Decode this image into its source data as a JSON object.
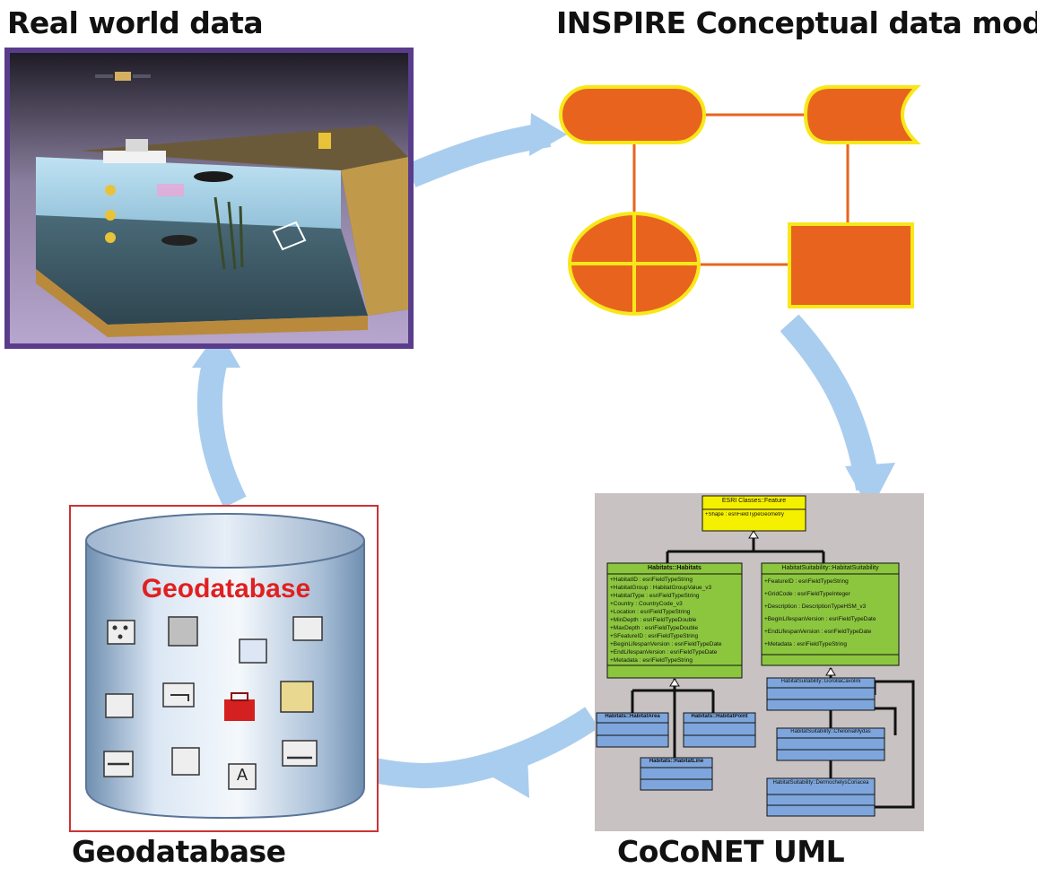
{
  "headings": {
    "real_world": "Real world data",
    "inspire": "INSPIRE Conceptual data model",
    "geodatabase": "Geodatabase",
    "coconet": "CoCoNET UML"
  },
  "geodatabase_panel": {
    "label": "Geodatabase",
    "label_color": "#e02020",
    "icon_a": "A"
  },
  "uml": {
    "feature": {
      "title": "ESRI Classes::Feature",
      "attr": "+Shape : esriFieldTypeGeometry"
    },
    "habitats": {
      "title": "Habitats::Habitats",
      "attrs": [
        "+HabitatID : esriFieldTypeString",
        "+HabitatGroup : HabitatGroupValue_v3",
        "+HabitatType : esriFieldTypeString",
        "+Country : CountryCode_v3",
        "+Location : esriFieldTypeString",
        "+MinDepth : esriFieldTypeDouble",
        "+MaxDepth : esriFieldTypeDouble",
        "+SFeatureID : esriFieldTypeString",
        "+BeginLifespanVersion : esriFieldTypeDate",
        "+EndLifespanVersion : esriFieldTypeDate",
        "+Metadata : esriFieldTypeString"
      ]
    },
    "suitability": {
      "title": "HabitatSuitability::HabitatSuitability",
      "attrs": [
        "+FeatureID : esriFieldTypeString",
        "+GridCode : esriFieldTypeInteger",
        "+Description : DescriptionTypeHSM_v3",
        "+BeginLifespanVersion : esriFieldTypeDate",
        "+EndLifespanVersion : esriFieldTypeDate",
        "+Metadata : esriFieldTypeString"
      ]
    },
    "habitat_area": "Habitats::HabitatArea",
    "habitat_point": "Habitats::HabitatPoint",
    "habitat_line": "Habitats::HabitatLine",
    "gorgonia": "HabitatSuitability::GorollaCavolini",
    "chelonia": "HabitatSuitability::CheloniaMydas",
    "dermochelys": "HabitatSuitability::DermochelysCoriacea"
  },
  "colors": {
    "cycle_arrow": "#a9cdee",
    "inspire_fill": "#e8641e",
    "inspire_stroke": "#f8e81a",
    "uml_yellow": "#f5f000",
    "uml_green": "#8cc63f",
    "uml_blue": "#7ea6dc",
    "uml_bg": "#c9c2c2",
    "photo_frame": "#5a3c8c",
    "geo_frame": "#cc3333"
  }
}
